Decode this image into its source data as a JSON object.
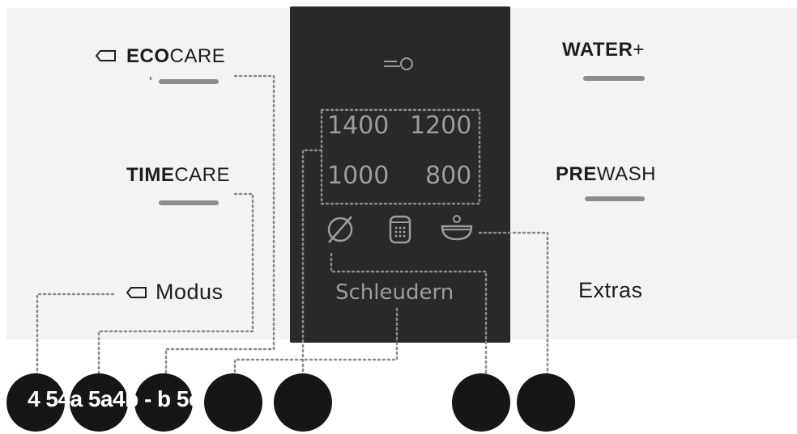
{
  "left_buttons": [
    {
      "bold": "ECO",
      "light": "CARE",
      "has_key_icon": true
    },
    {
      "bold": "TIME",
      "light": "CARE",
      "has_key_icon": false
    }
  ],
  "modus_label": "Modus",
  "display": {
    "top_icon": "key-lock-icon",
    "spin_values": [
      "1400",
      "1200",
      "1000",
      "800"
    ],
    "icons": [
      "no-spin-icon",
      "drum-icon",
      "rinse-hold-icon"
    ],
    "caption": "Schleudern"
  },
  "right_buttons": [
    {
      "bold": "WATER",
      "light": "+"
    },
    {
      "bold": "PRE",
      "light": "WASH"
    }
  ],
  "extras_label": "Extras",
  "callout_text": "4 54a 5a4b - b 5c",
  "colors": {
    "panel": "#f3f3f3",
    "display": "#2a2829",
    "display_text": "#9d9d9d",
    "callout": "#161616",
    "bar": "#8c8c8c"
  }
}
